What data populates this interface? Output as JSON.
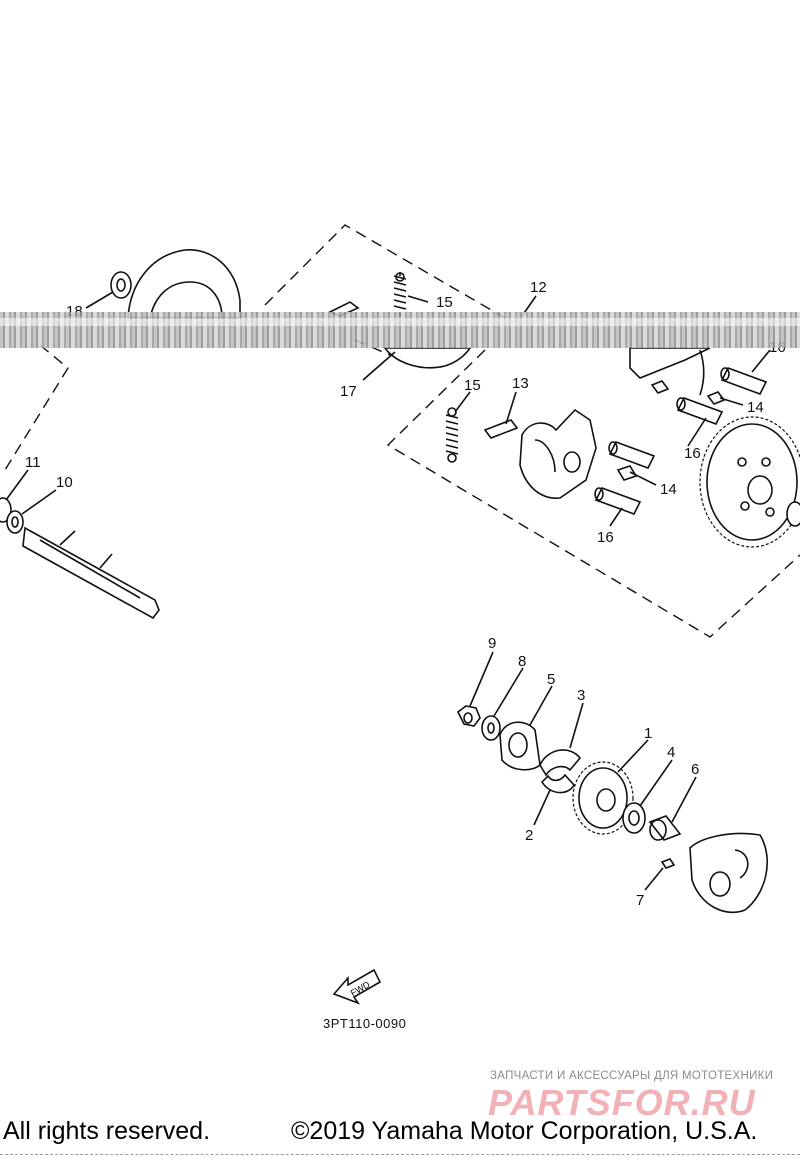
{
  "diagram": {
    "code": "3PT110-0090",
    "fwd_label": "FWD",
    "part_numbers": [
      "18",
      "15",
      "12",
      "17",
      "16",
      "15",
      "13",
      "14",
      "16",
      "14",
      "16",
      "11",
      "10",
      "9",
      "8",
      "5",
      "3",
      "1",
      "4",
      "6",
      "2",
      "7"
    ]
  },
  "watermark": {
    "tagline": "ЗАПЧАСТИ И АКСЕССУАРЫ ДЛЯ МОТОТЕХНИКИ",
    "logo": "PARTSFOR.RU",
    "color": "#f2b1b7"
  },
  "footer": {
    "rights": "All rights reserved.",
    "copyright": "©2019 Yamaha Motor Corporation, U.S.A."
  }
}
